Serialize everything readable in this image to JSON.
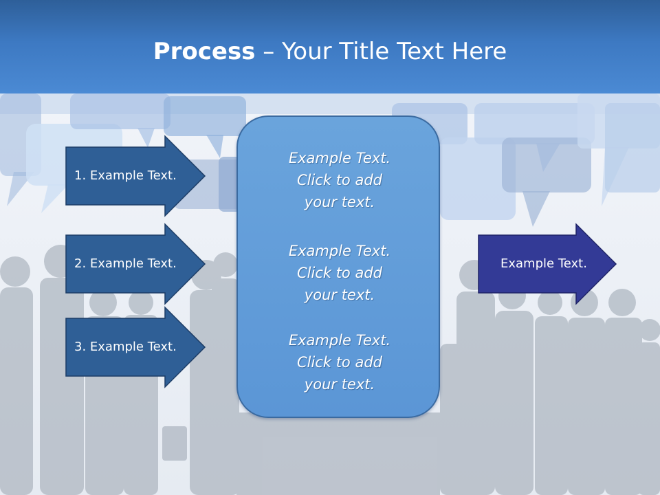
{
  "slide": {
    "title_bold": "Process",
    "title_rest": " – Your Title Text Here"
  },
  "steps": [
    {
      "label": "1. Example Text."
    },
    {
      "label": "2. Example Text."
    },
    {
      "label": "3. Example Text."
    }
  ],
  "center_box": {
    "blocks": [
      {
        "lines": [
          "Example Text.",
          "Click  to add",
          "your text."
        ]
      },
      {
        "lines": [
          "Example Text.",
          "Click  to add",
          "your text."
        ]
      },
      {
        "lines": [
          "Example Text.",
          "Click  to add",
          "your text."
        ]
      }
    ]
  },
  "result": {
    "label": "Example Text."
  },
  "colors": {
    "title_bar": "#3d79c2",
    "step_arrow": "#2f5f96",
    "result_arrow": "#333a96",
    "center_box": "#5b96d6"
  }
}
